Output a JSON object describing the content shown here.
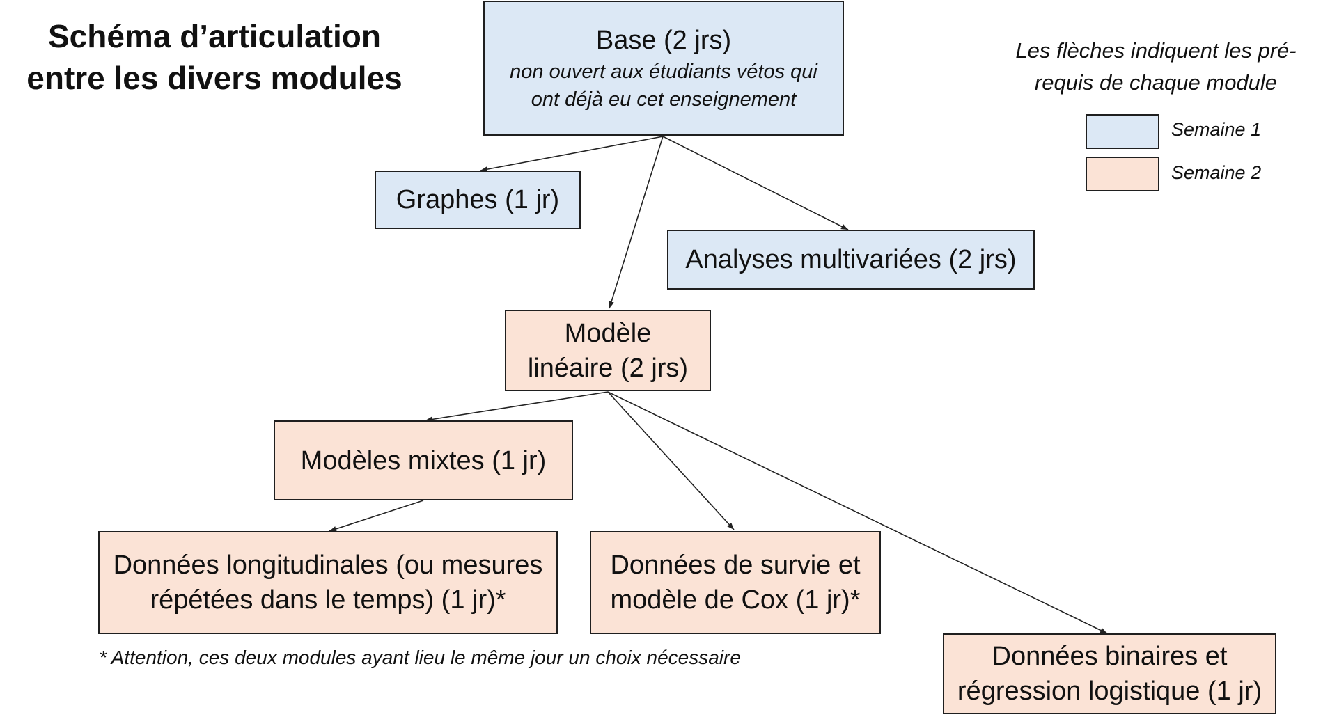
{
  "title": {
    "line1": "Schéma d’articulation",
    "line2": "entre les divers modules"
  },
  "legend": {
    "note_line1": "Les flèches indiquent les pré-",
    "note_line2": "requis de chaque module",
    "items": [
      {
        "label": "Semaine 1",
        "color": "#dce8f5"
      },
      {
        "label": "Semaine 2",
        "color": "#fbe3d6"
      }
    ]
  },
  "nodes": {
    "base": {
      "label": "Base (2 jrs)",
      "note_line1": "non ouvert aux étudiants vétos qui",
      "note_line2": "ont déjà eu cet enseignement",
      "week": 1
    },
    "graphes": {
      "label": "Graphes (1 jr)",
      "week": 1
    },
    "multivariees": {
      "label": "Analyses multivariées (2 jrs)",
      "week": 1
    },
    "modele_lineaire": {
      "line1": "Modèle",
      "line2": "linéaire (2 jrs)",
      "week": 2
    },
    "modeles_mixtes": {
      "label": "Modèles mixtes (1 jr)",
      "week": 2
    },
    "longitudinales": {
      "line1": "Données longitudinales (ou mesures",
      "line2": "répétées dans le temps) (1 jr)*",
      "week": 2
    },
    "survie": {
      "line1": "Données de survie et",
      "line2": "modèle de Cox (1 jr)*",
      "week": 2
    },
    "binaires": {
      "line1": "Données binaires et",
      "line2": "régression logistique (1 jr)",
      "week": 2
    }
  },
  "edges": [
    {
      "from": "base",
      "to": "graphes"
    },
    {
      "from": "base",
      "to": "modele_lineaire"
    },
    {
      "from": "base",
      "to": "multivariees"
    },
    {
      "from": "modele_lineaire",
      "to": "modeles_mixtes"
    },
    {
      "from": "modele_lineaire",
      "to": "survie"
    },
    {
      "from": "modele_lineaire",
      "to": "binaires"
    },
    {
      "from": "modeles_mixtes",
      "to": "longitudinales"
    }
  ],
  "footnote": "* Attention, ces deux modules ayant lieu le même jour un choix nécessaire"
}
